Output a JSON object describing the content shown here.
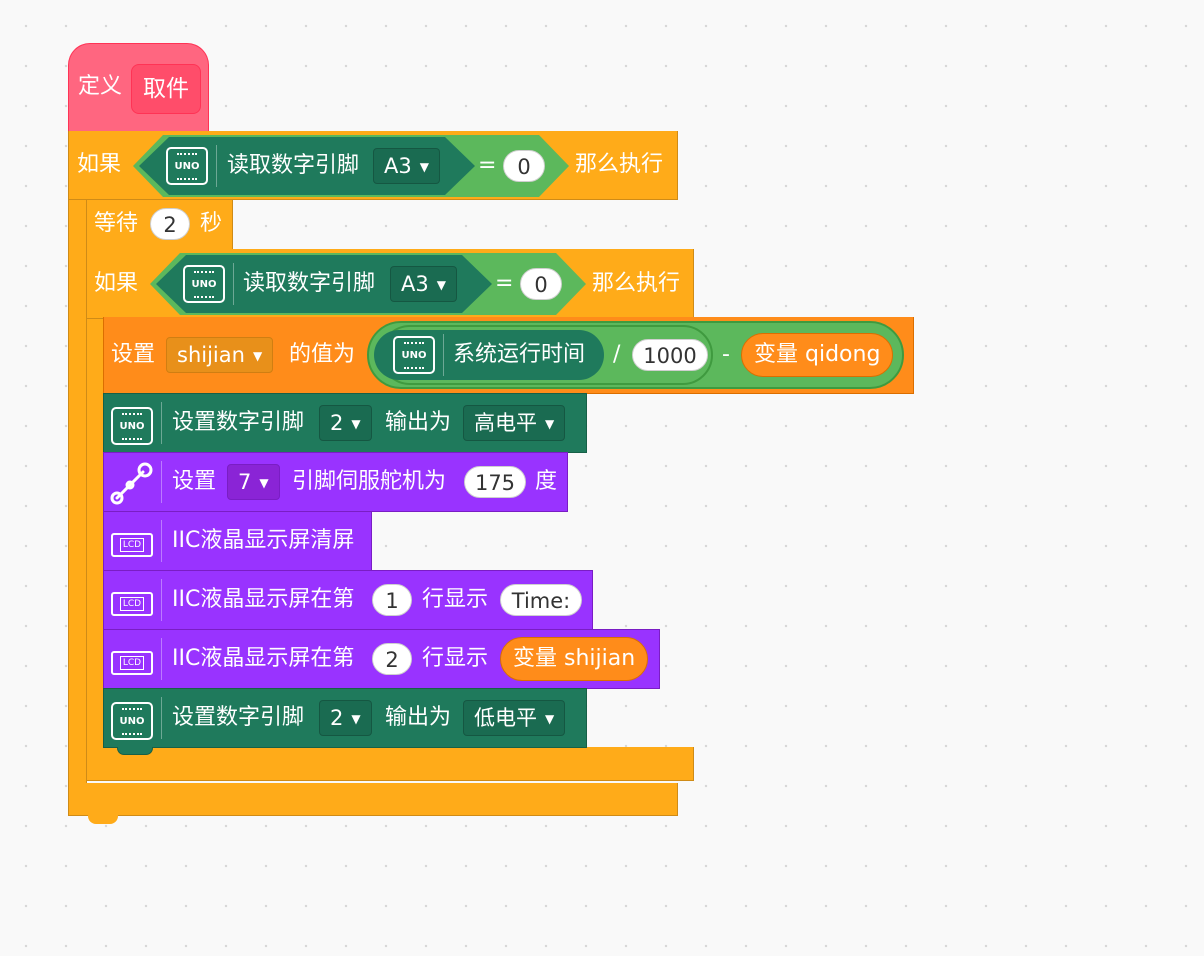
{
  "define_block": {
    "label": "定义",
    "name": "取件",
    "color": "#ff6680"
  },
  "outer_if": {
    "if_label": "如果",
    "then_label": "那么执行",
    "condition": {
      "board_icon": "uno-board-icon",
      "board_text": "UNO",
      "read_label": "读取数字引脚",
      "pin": "A3",
      "operator": "=",
      "value": "0"
    }
  },
  "wait_block": {
    "label": "等待",
    "value": "2",
    "unit": "秒"
  },
  "inner_if": {
    "if_label": "如果",
    "then_label": "那么执行",
    "condition": {
      "board_text": "UNO",
      "read_label": "读取数字引脚",
      "pin": "A3",
      "operator": "=",
      "value": "0"
    }
  },
  "set_variable": {
    "set_label": "设置",
    "variable": "shijian",
    "value_label": "的值为",
    "board_text": "UNO",
    "runtime_label": "系统运行时间",
    "divide_op": "/",
    "divisor": "1000",
    "minus_op": "-",
    "subtract_var": "变量 qidong"
  },
  "digital_write_high": {
    "board_text": "UNO",
    "label": "设置数字引脚",
    "pin": "2",
    "output_label": "输出为",
    "level": "高电平"
  },
  "servo": {
    "icon": "servo-icon",
    "set_label": "设置",
    "pin": "7",
    "mid_label": "引脚伺服舵机为",
    "angle": "175",
    "unit": "度"
  },
  "lcd_clear": {
    "icon_text": "LCD",
    "label": "IIC液晶显示屏清屏"
  },
  "lcd_line1": {
    "icon_text": "LCD",
    "label": "IIC液晶显示屏在第",
    "line": "1",
    "show_label": "行显示",
    "text": "Time:"
  },
  "lcd_line2": {
    "icon_text": "LCD",
    "label": "IIC液晶显示屏在第",
    "line": "2",
    "show_label": "行显示",
    "var": "变量 shijian"
  },
  "digital_write_low": {
    "board_text": "UNO",
    "label": "设置数字引脚",
    "pin": "2",
    "output_label": "输出为",
    "level": "低电平"
  },
  "colors": {
    "control": "#ffab19",
    "variable": "#ff8c1a",
    "arduino": "#1f7a5c",
    "logic": "#5cb85c",
    "actuator": "#9933ff",
    "define": "#ff6680"
  }
}
